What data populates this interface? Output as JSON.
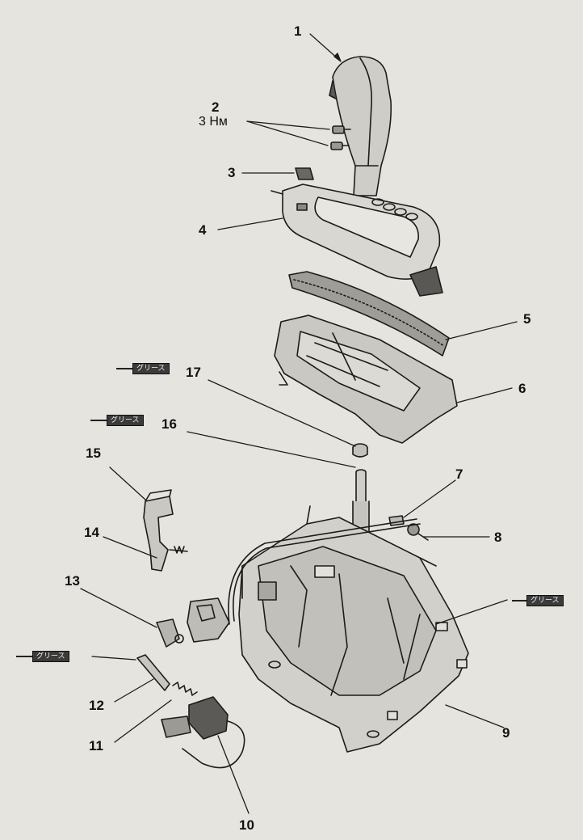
{
  "diagram": {
    "colors": {
      "background": "#e6e4de",
      "line": "#1c1c1c",
      "part_fill": "#d7d5cf",
      "part_shade": "#b9b7b1",
      "label_fill": "#3b3b3b"
    },
    "callouts": [
      {
        "id": "1",
        "text": "1"
      },
      {
        "id": "2",
        "text": "2"
      },
      {
        "id": "3",
        "text": "3"
      },
      {
        "id": "4",
        "text": "4"
      },
      {
        "id": "5",
        "text": "5"
      },
      {
        "id": "6",
        "text": "6"
      },
      {
        "id": "7",
        "text": "7"
      },
      {
        "id": "8",
        "text": "8"
      },
      {
        "id": "9",
        "text": "9"
      },
      {
        "id": "10",
        "text": "10"
      },
      {
        "id": "11",
        "text": "11"
      },
      {
        "id": "12",
        "text": "12"
      },
      {
        "id": "13",
        "text": "13"
      },
      {
        "id": "14",
        "text": "14"
      },
      {
        "id": "15",
        "text": "15"
      },
      {
        "id": "16",
        "text": "16"
      },
      {
        "id": "17",
        "text": "17"
      }
    ],
    "torque_label": "3 Нм",
    "grease_tag": "グリース",
    "grease_icon": "grease-tube-icon"
  }
}
